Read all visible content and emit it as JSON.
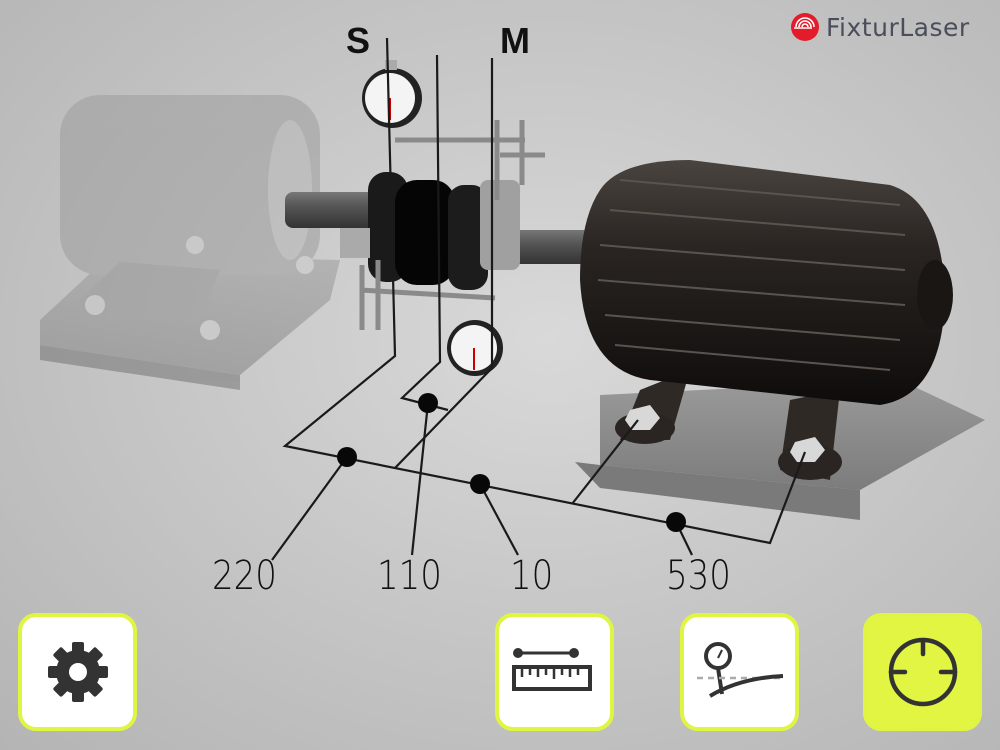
{
  "brand": {
    "name": "FixturLaser",
    "logo_color": "#e31b2b",
    "text_color": "#4a4d5a"
  },
  "markers": {
    "stationary": "S",
    "movable": "M"
  },
  "distances": [
    {
      "id": "s-to-coupling",
      "value": "220"
    },
    {
      "id": "s-to-m",
      "value": "110"
    },
    {
      "id": "m-to-front-feet",
      "value": "10"
    },
    {
      "id": "front-to-rear-feet",
      "value": "530"
    }
  ],
  "toolbar": {
    "buttons": [
      {
        "id": "settings",
        "icon": "gear-icon"
      },
      {
        "id": "dimensions",
        "icon": "ruler-icon"
      },
      {
        "id": "dial-indicator",
        "icon": "dial-gauge-icon"
      },
      {
        "id": "measure",
        "icon": "target-icon",
        "active": true
      }
    ]
  },
  "colors": {
    "accent": "#e2f542",
    "ink": "#111111"
  }
}
